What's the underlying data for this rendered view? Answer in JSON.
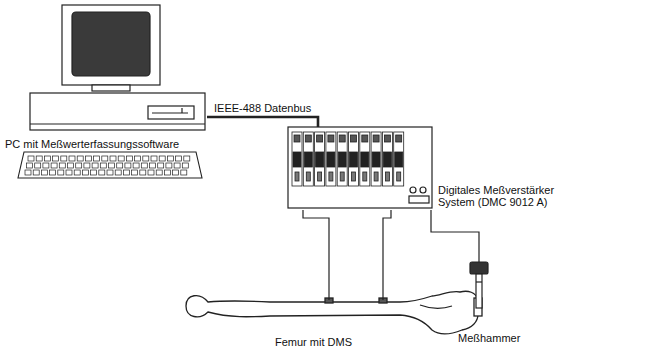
{
  "diagram": {
    "nodes": [
      {
        "text": [
          "PC mit Meßwerterfassungssoftware"
        ]
      },
      {
        "text": [
          "Digitales Meßverstärker System (DMC 9012 A)"
        ]
      },
      {
        "text": [
          "Femur mit DMS"
        ]
      },
      {
        "text": [
          "Meßhammer"
        ]
      }
    ],
    "edges": [
      {
        "from": 0,
        "to": 1,
        "arrow": "none",
        "label": "IEEE-488 Datenbus"
      },
      {
        "from": 1,
        "to": 2,
        "arrow": "none"
      },
      {
        "from": 1,
        "to": 2,
        "arrow": "none"
      },
      {
        "from": 1,
        "to": 3,
        "arrow": "none"
      }
    ]
  }
}
